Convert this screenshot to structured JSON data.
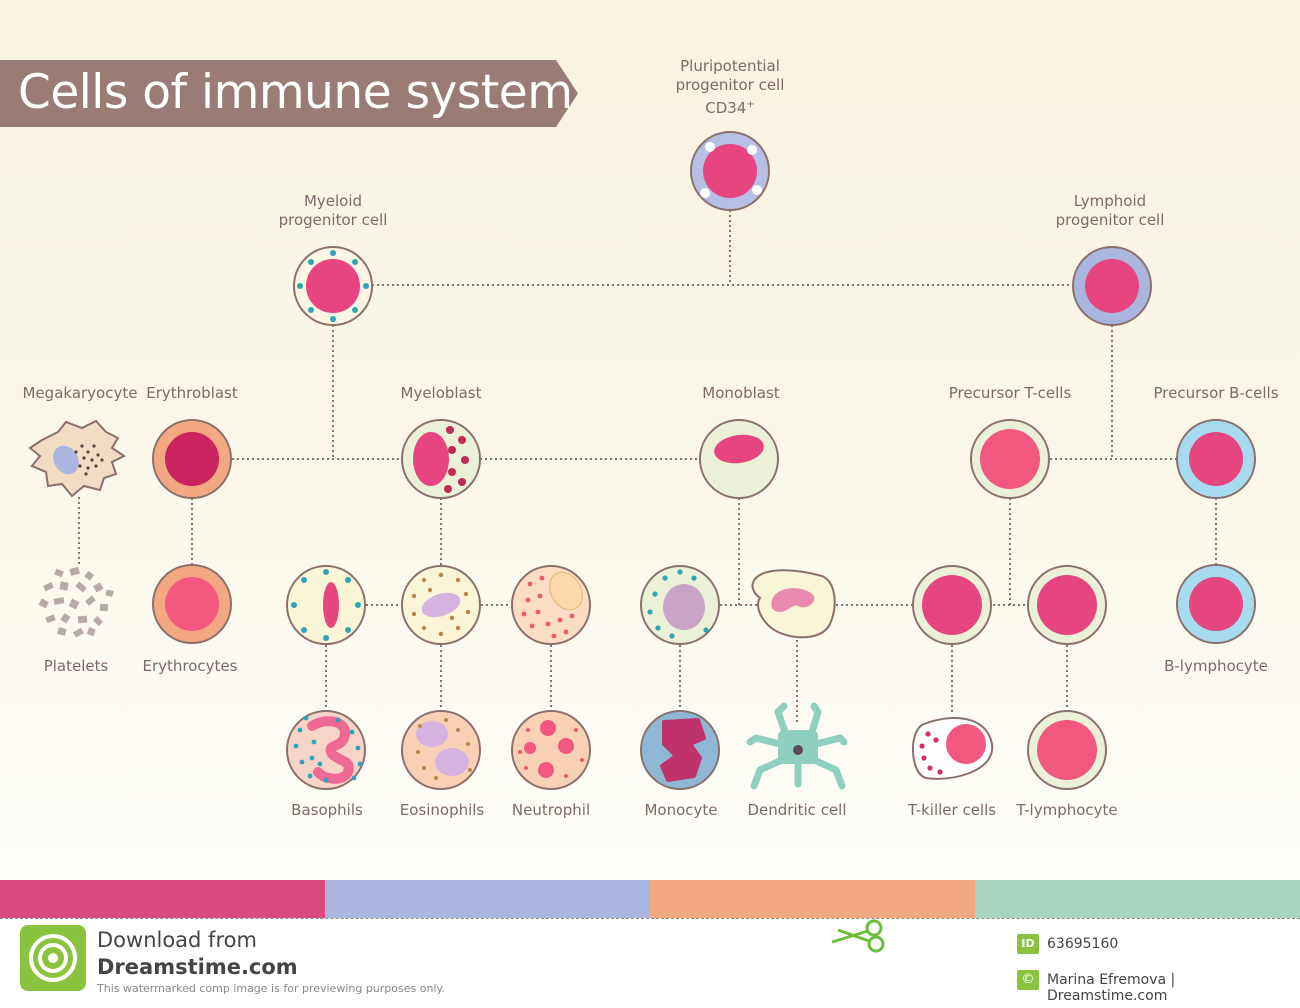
{
  "title": "Cells of immune system",
  "colors": {
    "outline": "#8b6f6b",
    "banner": "#9b7b76",
    "label": "#7d6a68",
    "pink": "#e7457f",
    "pink_light": "#f2587f",
    "stripe_pink": "#d94a7e",
    "stripe_blue": "#aab6dd",
    "stripe_orange": "#f2a982",
    "stripe_green": "#a7d5c2"
  },
  "labels": {
    "pluripotential": {
      "line1": "Pluripotential",
      "line2": "progenitor cell",
      "line3": "CD34",
      "sup": "+"
    },
    "myeloid": {
      "line1": "Myeloid",
      "line2": "progenitor cell"
    },
    "lymphoid": {
      "line1": "Lymphoid",
      "line2": "progenitor cell"
    },
    "megakaryocyte": "Megakaryocyte",
    "erythroblast": "Erythroblast",
    "myeloblast": "Myeloblast",
    "monoblast": "Monoblast",
    "precursor_t": "Precursor T-cells",
    "precursor_b": "Precursor B-cells",
    "platelets": "Platelets",
    "erythrocytes": "Erythrocytes",
    "b_lymphocyte": "B-lymphocyte",
    "basophils": "Basophils",
    "eosinophils": "Eosinophils",
    "neutrophil": "Neutrophil",
    "monocyte": "Monocyte",
    "dendritic": "Dendritic cell",
    "t_killer": "T-killer cells",
    "t_lymphocyte": "T-lymphocyte"
  },
  "footer": {
    "download_line1": "Download from",
    "download_line2": "Dreamstime.com",
    "note": "This watermarked comp image is for previewing purposes only.",
    "id_badge": "ID",
    "id_value": "63695160",
    "copyright_badge": "©",
    "author": "Marina Efremova | Dreamstime.com",
    "logo_icon": "dreamstime-spiral-icon",
    "scissors_icon": "scissors-icon"
  }
}
